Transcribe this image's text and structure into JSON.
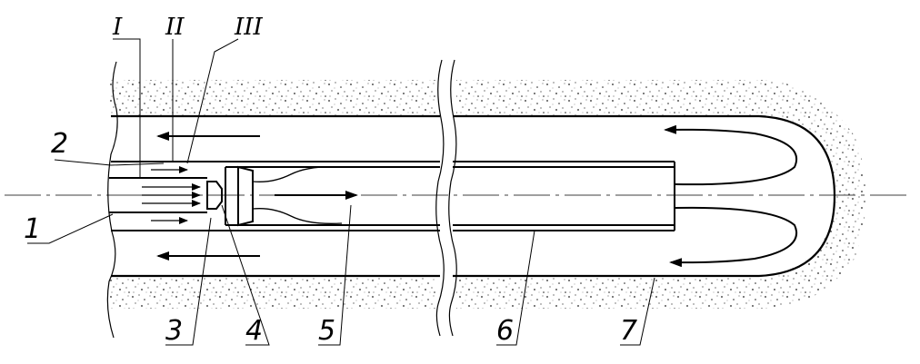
{
  "diagram": {
    "part_labels": {
      "p1": "1",
      "p2": "2",
      "p3": "3",
      "p4": "4",
      "p5": "5",
      "p6": "6",
      "p7": "7"
    },
    "zone_labels": {
      "z1": "I",
      "z2": "II",
      "z3": "III"
    }
  }
}
